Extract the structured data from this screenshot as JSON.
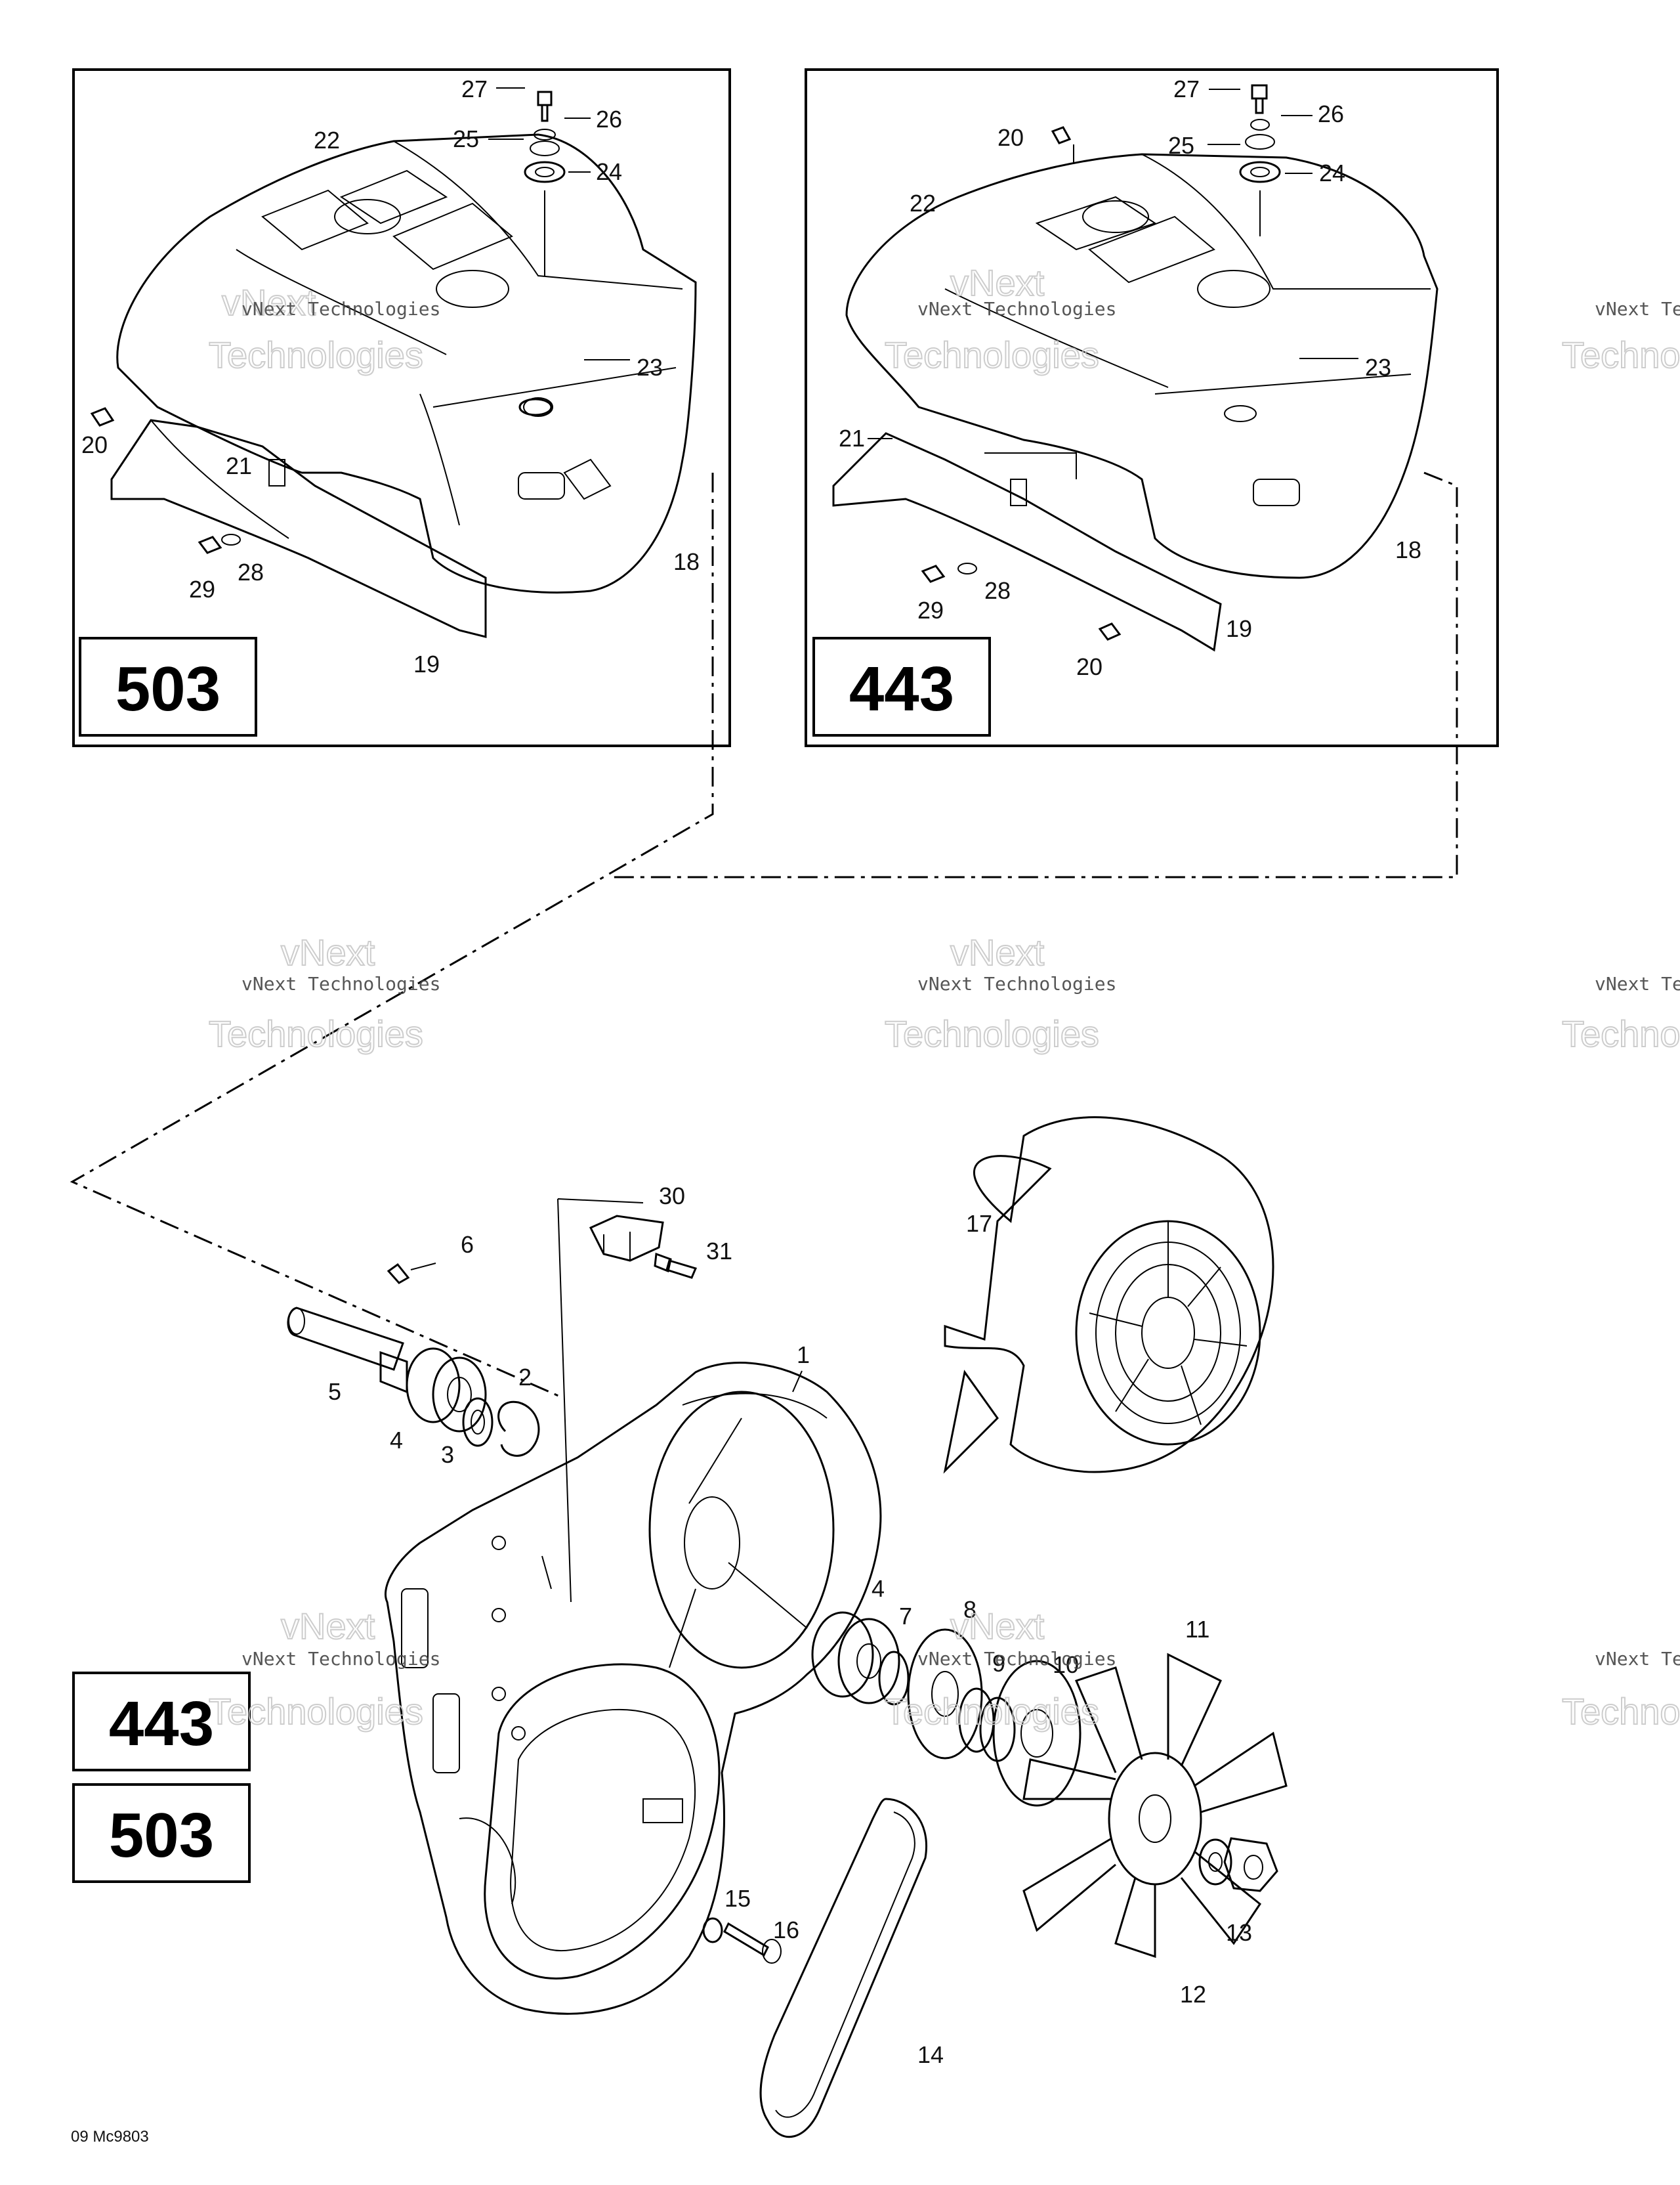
{
  "panels": [
    {
      "model": "503"
    },
    {
      "model": "443"
    }
  ],
  "bottom_models": [
    "443",
    "503"
  ],
  "callouts_panel_503": [
    "27",
    "26",
    "25",
    "24",
    "22",
    "23",
    "20",
    "21",
    "18",
    "28",
    "29",
    "19"
  ],
  "callouts_panel_443": [
    "27",
    "26",
    "20",
    "25",
    "24",
    "22",
    "23",
    "21",
    "18",
    "28",
    "29",
    "19",
    "20"
  ],
  "callouts_main": [
    "30",
    "6",
    "31",
    "17",
    "1",
    "5",
    "2",
    "4",
    "3",
    "4",
    "7",
    "8",
    "9",
    "10",
    "11",
    "15",
    "16",
    "13",
    "12",
    "14"
  ],
  "watermark": {
    "line1": "vNext Technologies",
    "line2": "vNext",
    "line3": "Technologies"
  },
  "drawing_code": "09 Mc9803"
}
